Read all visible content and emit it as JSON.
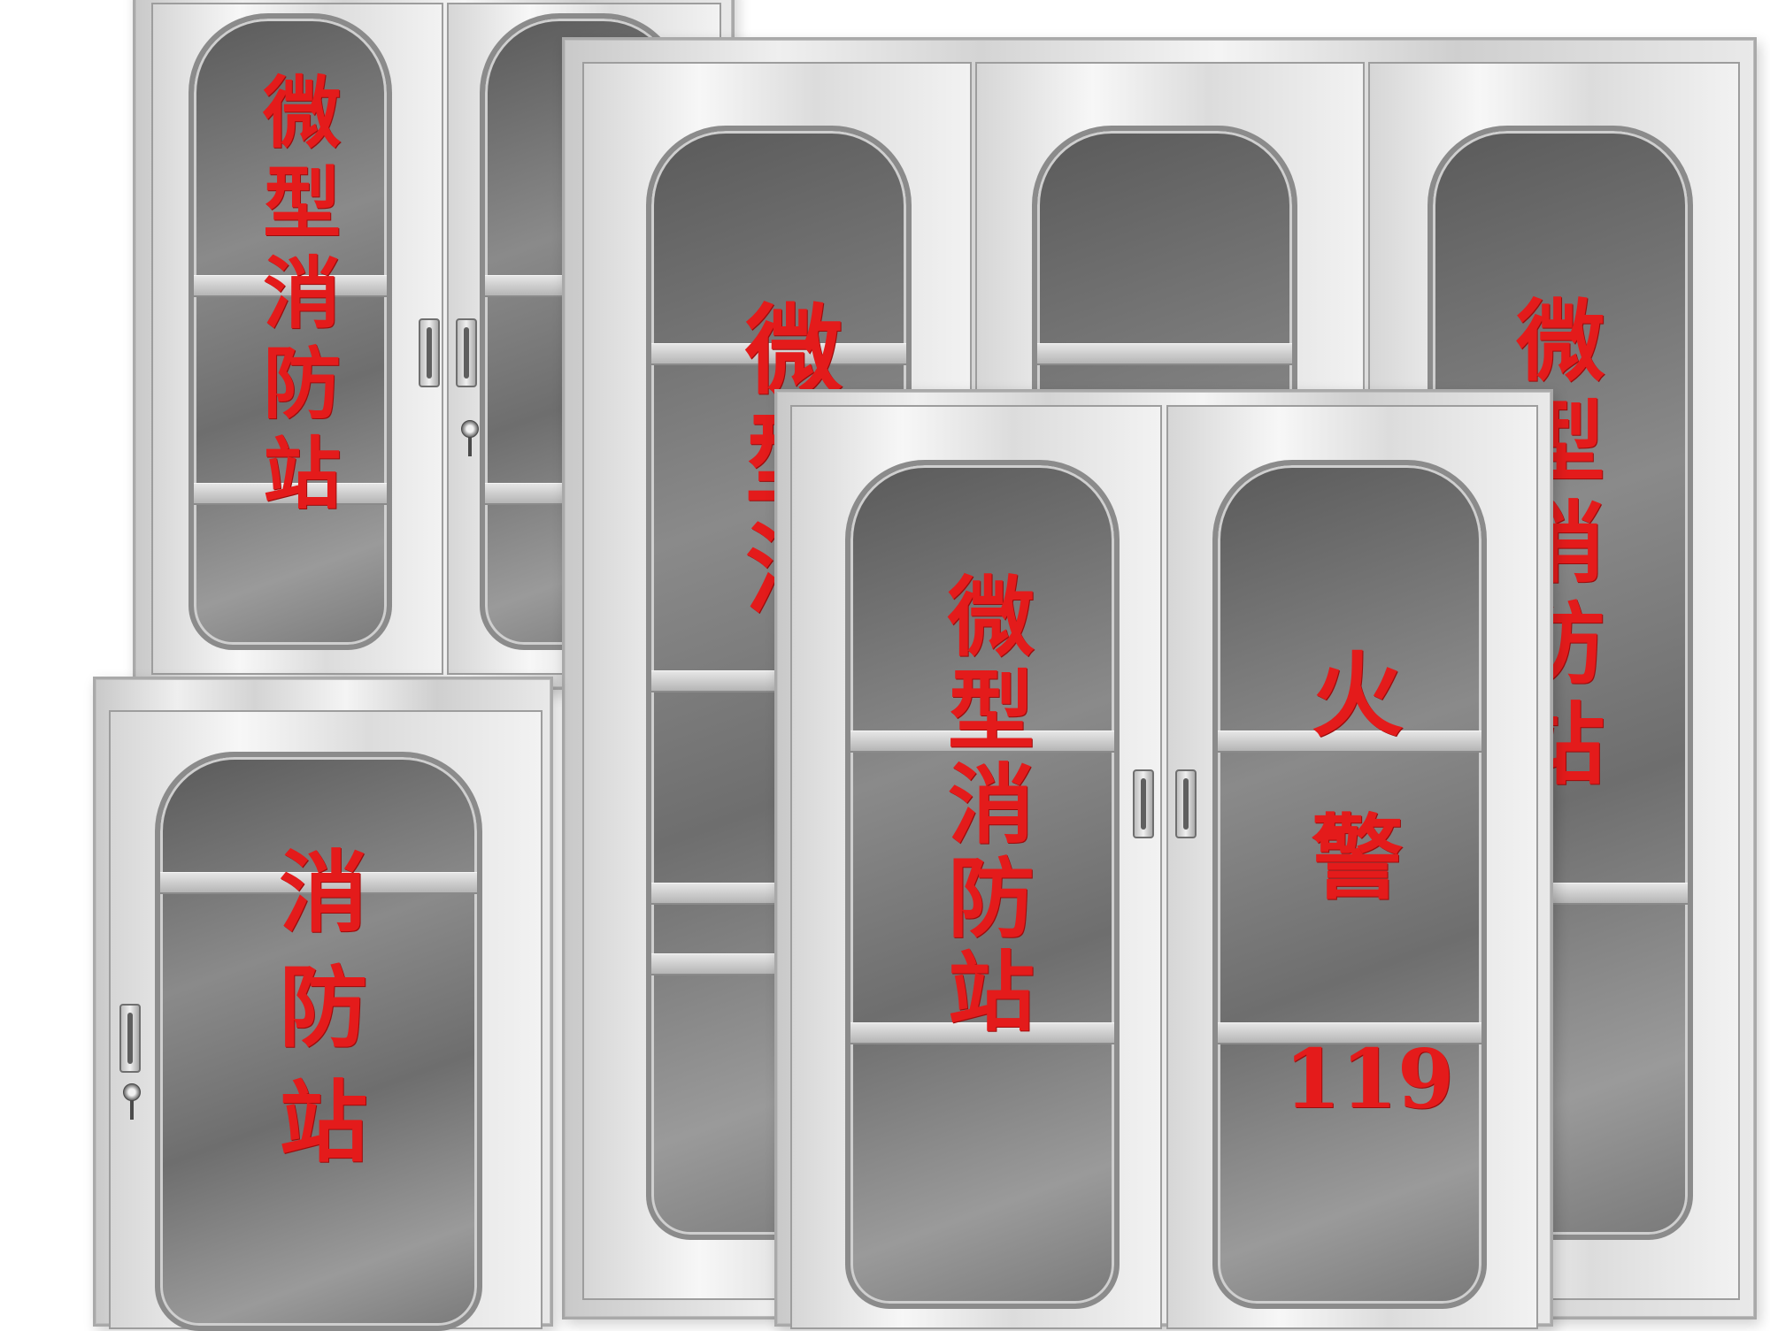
{
  "cabinets": {
    "top_left": {
      "label": "微型消防站"
    },
    "bottom_left": {
      "label": "消防站"
    },
    "back_right": {
      "left_label": "微型消",
      "right_label": "微型消防站"
    },
    "front_center": {
      "left_label": "微型消防站",
      "right_label": "火警",
      "right_number": "119"
    }
  },
  "colors": {
    "steel": "#d8d8d8",
    "glass": "#7a7a7a",
    "text_red": "#e41b1b"
  }
}
